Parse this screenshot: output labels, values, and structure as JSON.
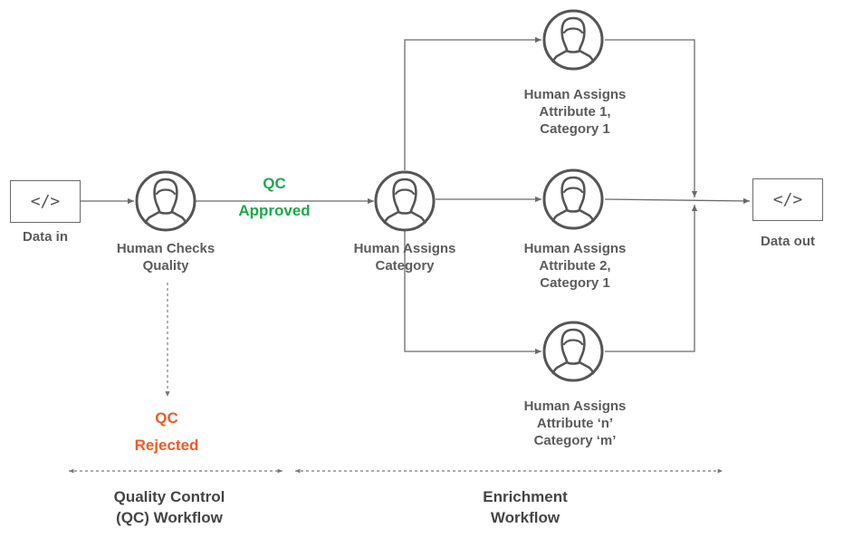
{
  "data_in": {
    "code_glyph": "</>",
    "label": "Data in"
  },
  "data_out": {
    "code_glyph": "</>",
    "label": "Data out"
  },
  "nodes": {
    "qc_check": {
      "icon": "person-icon",
      "line1": "Human Checks",
      "line2": "Quality"
    },
    "assign_category": {
      "icon": "person-icon",
      "line1": "Human Assigns",
      "line2": "Category"
    },
    "attr1": {
      "icon": "person-icon",
      "line1": "Human Assigns",
      "line2": "Attribute 1,",
      "line3": "Category 1"
    },
    "attr2": {
      "icon": "person-icon",
      "line1": "Human Assigns",
      "line2": "Attribute 2,",
      "line3": "Category 1"
    },
    "attrn": {
      "icon": "person-icon",
      "line1": "Human Assigns",
      "line2": "Attribute ‘n’",
      "line3": "Category ‘m’"
    }
  },
  "qc_approved": {
    "line1": "QC",
    "line2": "Approved",
    "color": "#1ca84a"
  },
  "qc_rejected": {
    "line1": "QC",
    "line2": "Rejected",
    "color": "#f05a23"
  },
  "sections": {
    "qc": {
      "line1": "Quality Control",
      "line2": "(QC) Workflow"
    },
    "enrichment": {
      "line1": "Enrichment",
      "line2": "Workflow"
    }
  }
}
